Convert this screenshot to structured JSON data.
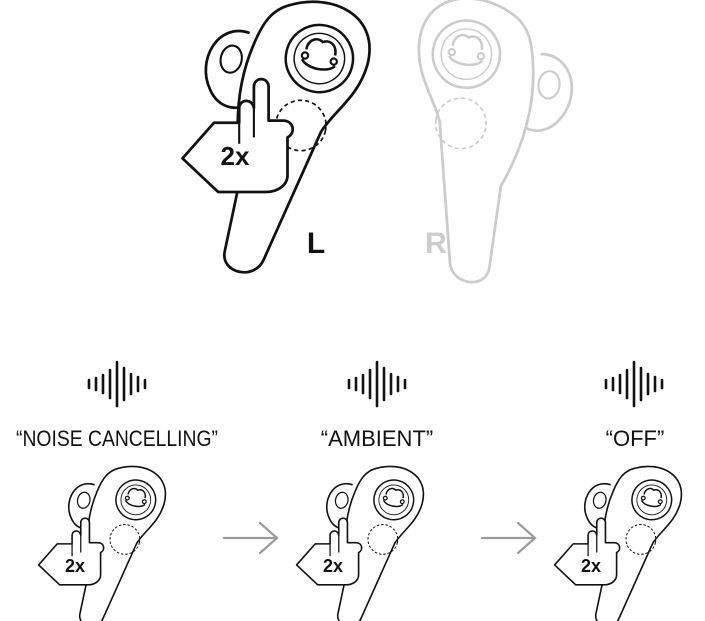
{
  "top": {
    "left_label": "L",
    "right_label": "R",
    "tap_label": "2x"
  },
  "modes": [
    {
      "label": "“NOISE CANCELLING”",
      "tap_label": "2x"
    },
    {
      "label": "“AMBIENT”",
      "tap_label": "2x"
    },
    {
      "label": "“OFF”",
      "tap_label": "2x"
    }
  ],
  "colors": {
    "ink": "#111111",
    "faded": "#cccccc",
    "arrow": "#9a9a9a"
  },
  "icons": {
    "sound_wave": "sound-wave-icon",
    "next_arrow": "arrow-right-icon",
    "logo": "skull-logo-icon",
    "hand": "pointing-hand-icon"
  }
}
